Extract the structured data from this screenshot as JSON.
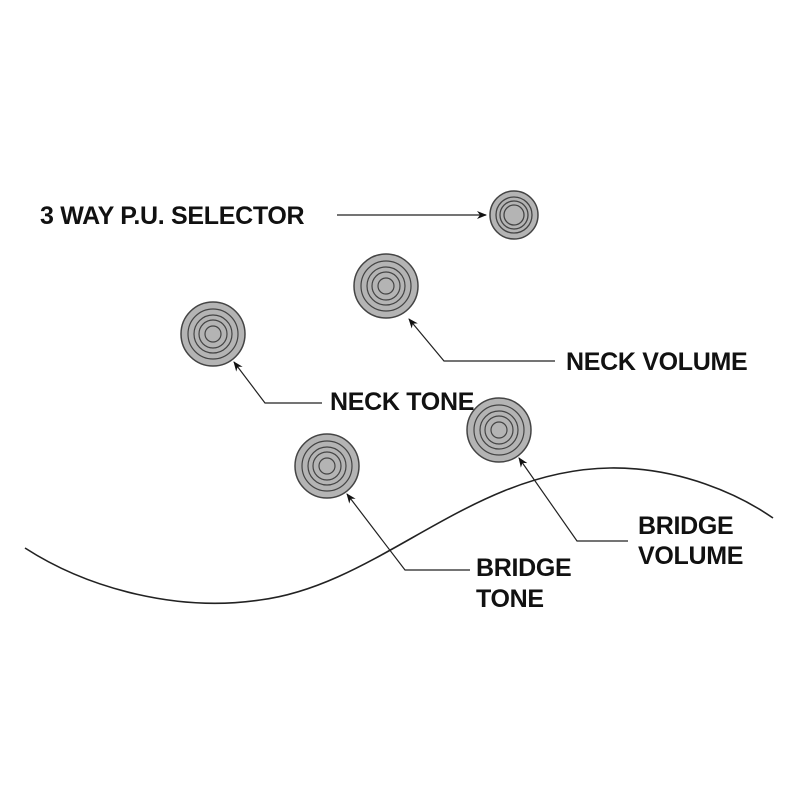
{
  "diagram": {
    "type": "guitar-control-layout",
    "colors": {
      "knob_fill": "#b4b4b4",
      "knob_stroke": "#444444",
      "line": "#222222",
      "label": "#111111"
    },
    "labels": {
      "selector": "3 WAY P.U. SELECTOR",
      "neck_volume": "NECK VOLUME",
      "neck_tone": "NECK TONE",
      "bridge_volume_line1": "BRIDGE",
      "bridge_volume_line2": "VOLUME",
      "bridge_tone_line1": "BRIDGE",
      "bridge_tone_line2": "TONE"
    }
  }
}
